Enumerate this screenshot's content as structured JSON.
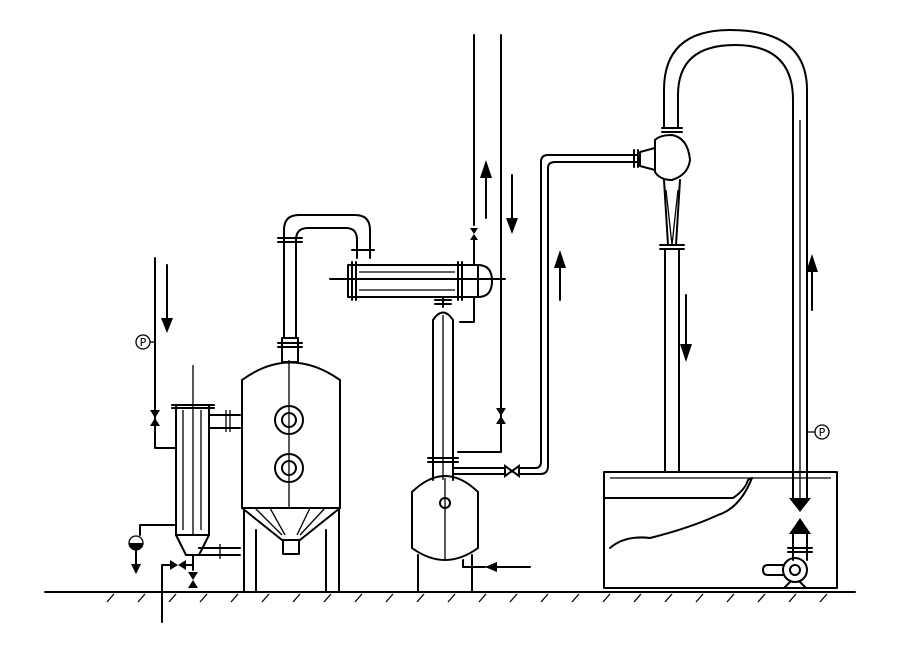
{
  "diagram": {
    "colors": {
      "line": "#000000",
      "background": "#ffffff"
    },
    "gauges": [
      {
        "id": "gauge-left",
        "label": "P"
      },
      {
        "id": "gauge-right",
        "label": "P"
      }
    ]
  }
}
